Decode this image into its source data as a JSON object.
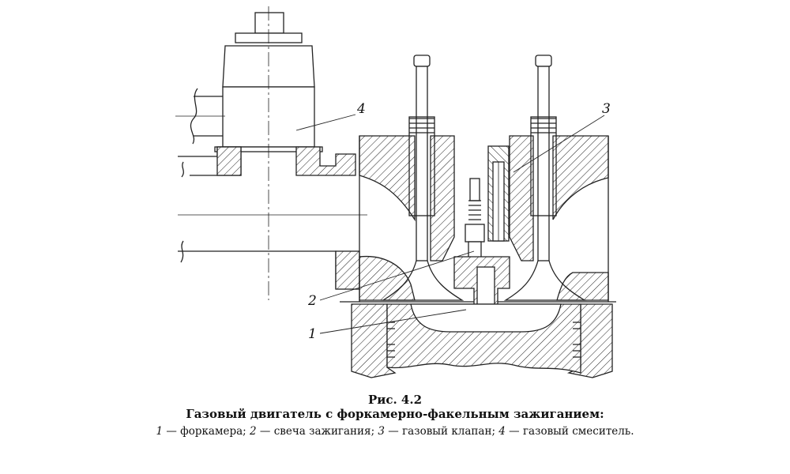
{
  "figure": {
    "number": "Рис. 4.2",
    "title": "Газовый двигатель с форкамерно-факельным зажиганием:"
  },
  "legend": [
    {
      "num": "1",
      "text": " — форкамера; "
    },
    {
      "num": "2",
      "text": " — свеча зажигания; "
    },
    {
      "num": "3",
      "text": " — газовый клапан; "
    },
    {
      "num": "4",
      "text": " — газовый смеситель."
    }
  ],
  "callouts": [
    {
      "id": "1",
      "text": "1"
    },
    {
      "id": "2",
      "text": "2"
    },
    {
      "id": "3",
      "text": "3"
    },
    {
      "id": "4",
      "text": "4"
    }
  ],
  "colors": {
    "line": "#222222",
    "paper": "#ffffff"
  }
}
